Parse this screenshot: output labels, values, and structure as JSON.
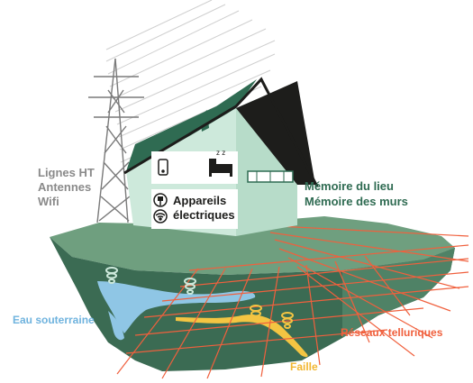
{
  "labels": {
    "waves": [
      "Lignes HT",
      "Antennes",
      "Wifi"
    ],
    "memory": [
      "Mémoire du lieu",
      "Mémoire des murs"
    ],
    "appliances": [
      "Appareils",
      "électriques"
    ],
    "water": "Eau souterraine",
    "telluric": "Réseaux telluriques",
    "fault": "Faille"
  },
  "colors": {
    "house_wall": "#cde9db",
    "house_roof": "#1d1d1b",
    "ground_top": "#6f9f7f",
    "ground_body": "#3b6b53",
    "water": "#8fc6e5",
    "fault": "#f4c542",
    "telluric": "#f0603d"
  },
  "icons": [
    "phone-icon",
    "sleeping-bed-icon",
    "plug-icon",
    "wifi-icon",
    "spring-marker-icon"
  ]
}
